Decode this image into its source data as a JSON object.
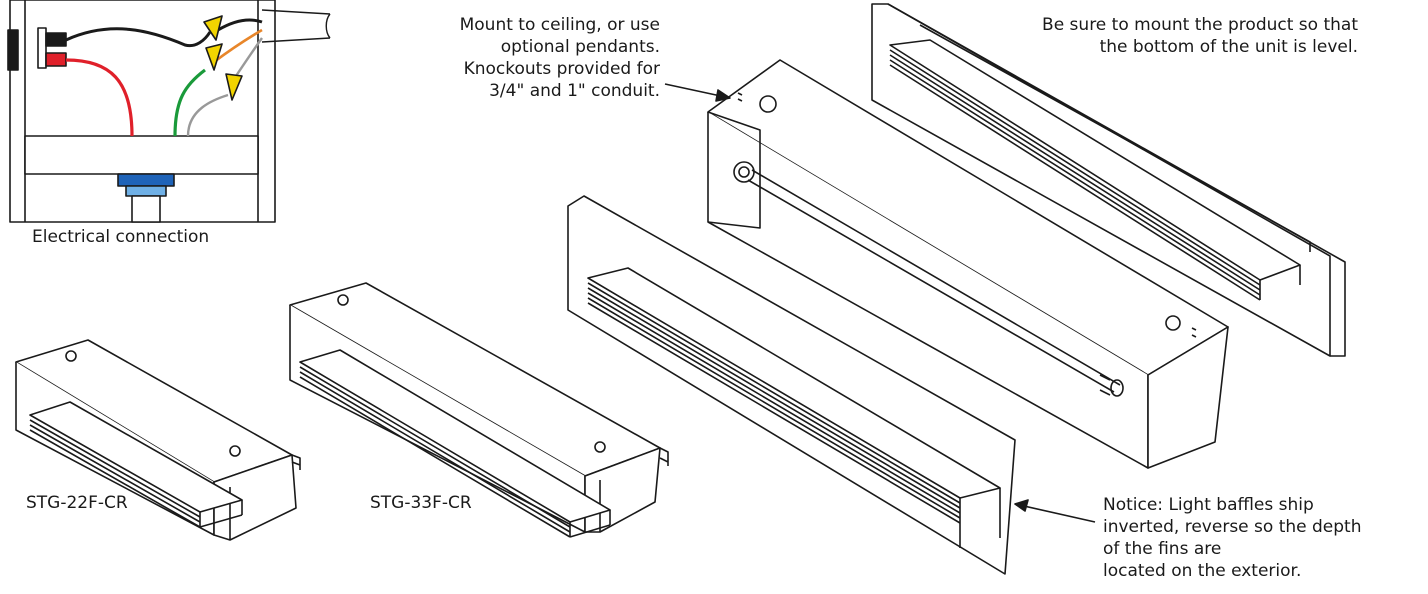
{
  "labels": {
    "electrical": "Electrical connection",
    "mount": [
      "Mount to ceiling, or use",
      "optional pendants.",
      "Knockouts provided for",
      "3/4\" and 1\" conduit."
    ],
    "level": [
      "Be sure to mount the product so that",
      "the bottom of the unit is level."
    ],
    "model_small": "STG-22F-CR",
    "model_medium": "STG-33F-CR",
    "notice": [
      "Notice: Light baffles ship",
      "inverted, reverse so the depth",
      "of the fins are",
      "located on the exterior."
    ]
  },
  "colors": {
    "line": "#1a1a1a",
    "wire_red": "#e0202a",
    "wire_green": "#1a9a3a",
    "wire_orange": "#e8862a",
    "wire_nut": "#f2d400",
    "conduit_blue": "#1f63b8",
    "conduit_light": "#6fb0e6"
  },
  "icons": [
    "electrical-box-illustration",
    "wire-nut-icon",
    "conduit-connector-icon",
    "knockout-hole-icon",
    "baffle-fins-illustration"
  ]
}
